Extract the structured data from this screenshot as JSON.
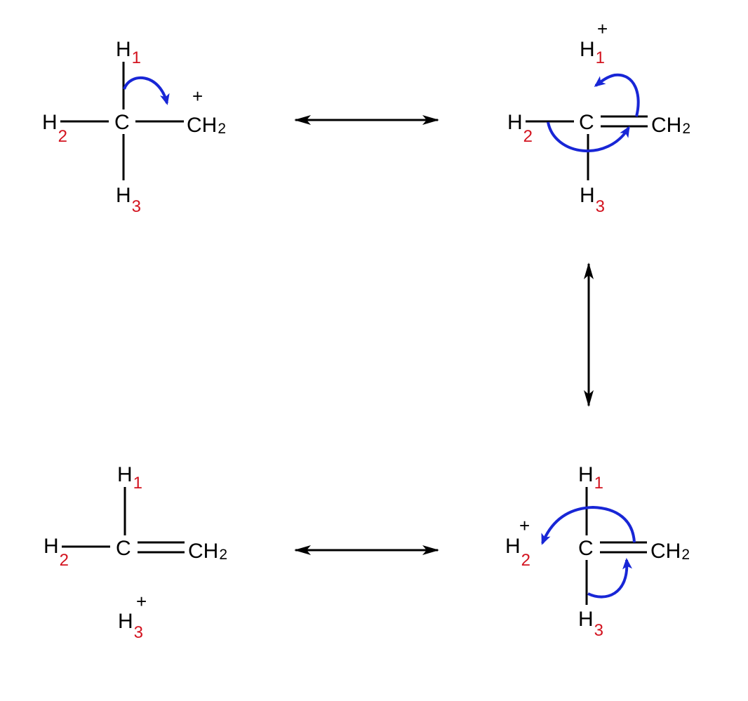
{
  "colors": {
    "bond": "#000000",
    "label_index": "#d3131f",
    "curved_arrow": "#1826d6",
    "resonance_arrow": "#000000",
    "background": "#ffffff"
  },
  "symbols": {
    "hydrogen": "H",
    "carbon": "C",
    "methylene": "CH",
    "methylene_count": "2",
    "h1_index": "1",
    "h2_index": "2",
    "h3_index": "3",
    "positive_charge": "+"
  },
  "arrows": {
    "resonance": "double-headed-arrow-icon",
    "electron_pair": "curved-arrow-icon"
  }
}
